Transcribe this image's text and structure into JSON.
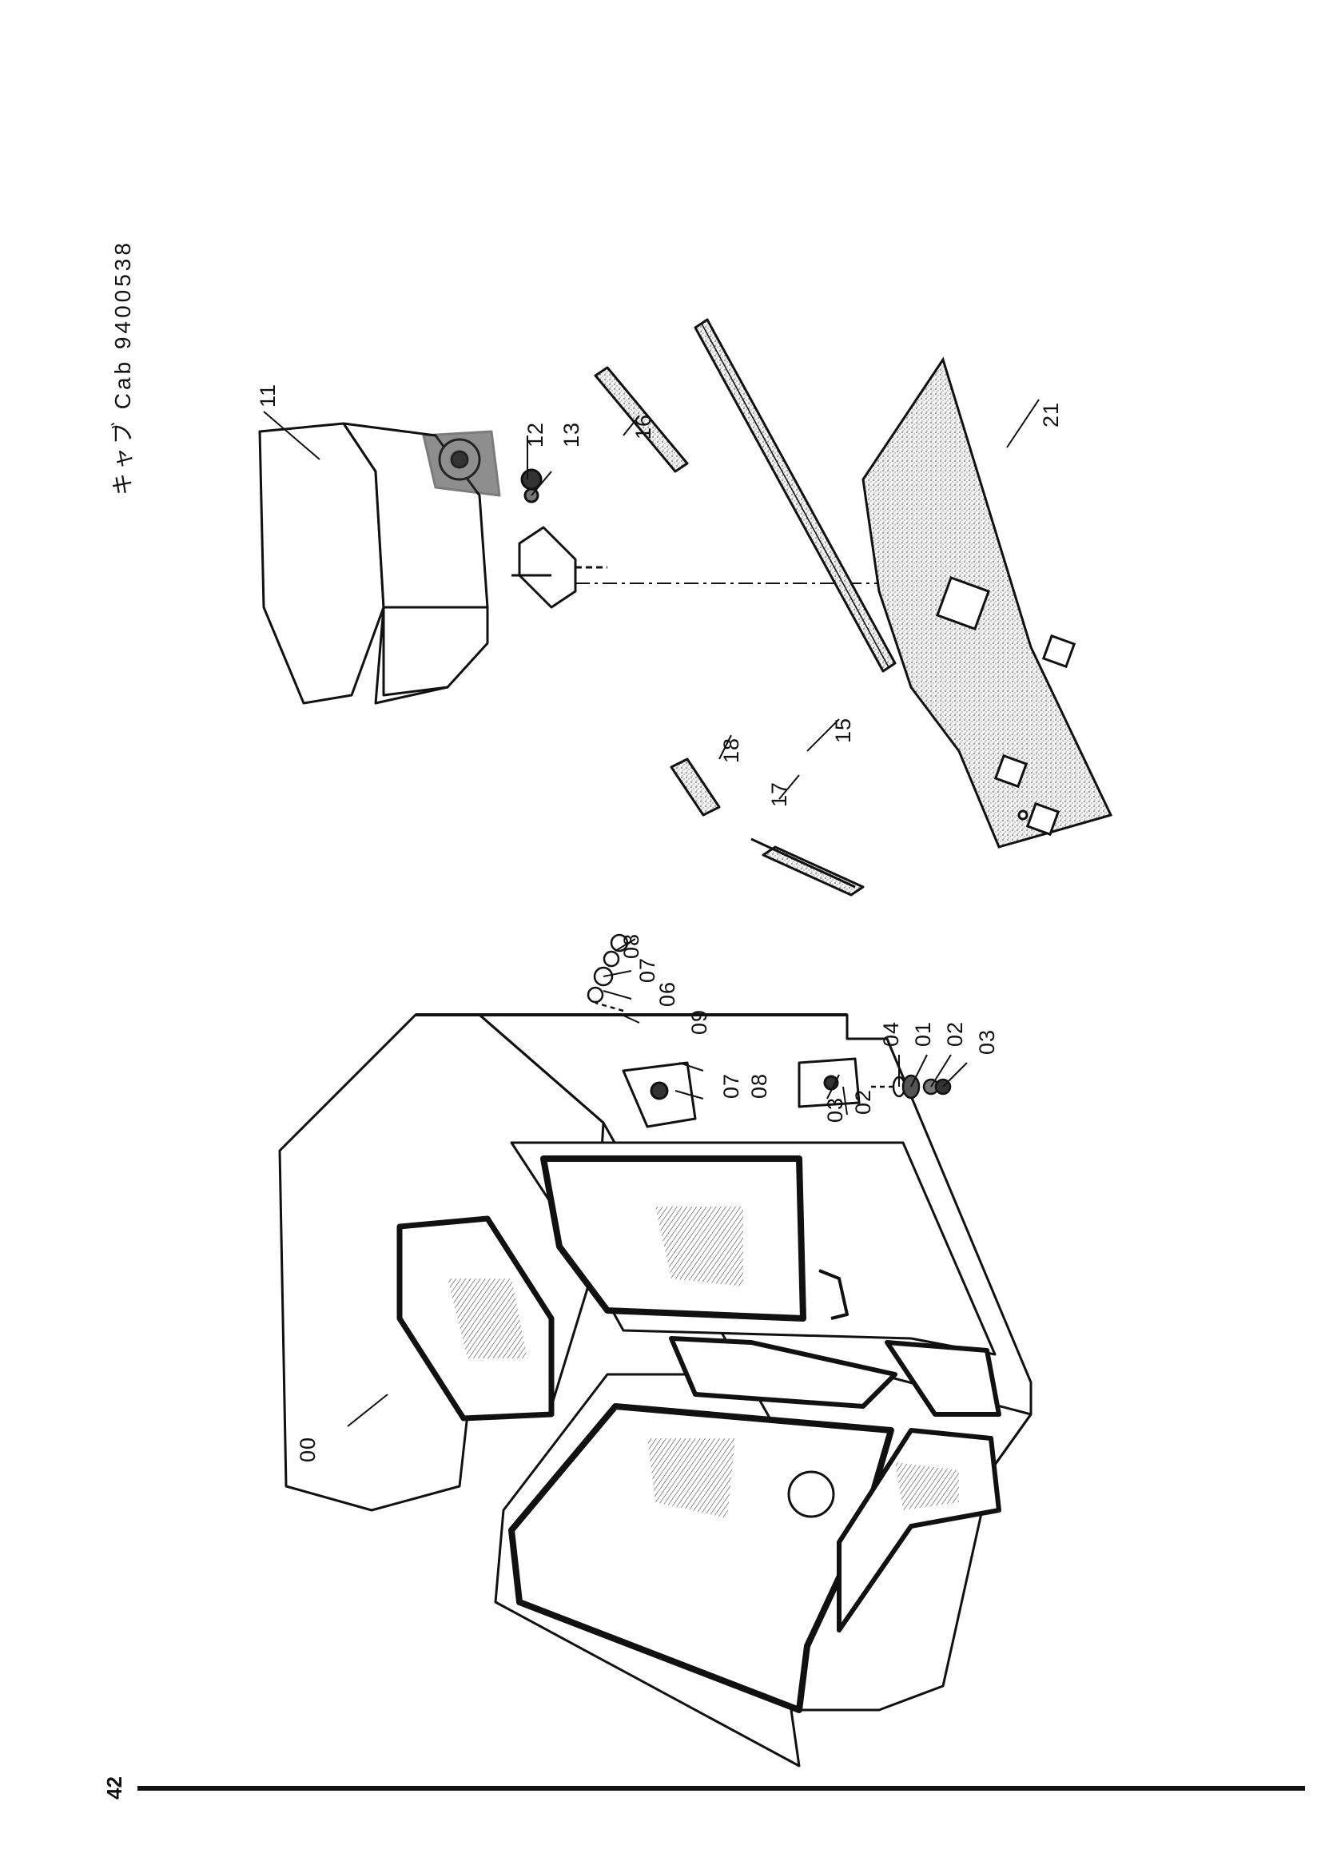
{
  "header": {
    "title": "キャブ Cab 9400538"
  },
  "page_number": "42",
  "callouts": {
    "c00": "00",
    "c01": "01",
    "c02a": "02",
    "c02b": "02",
    "c03a": "03",
    "c03b": "03",
    "c04": "04",
    "c06": "06",
    "c07a": "07",
    "c07b": "07",
    "c08a": "08",
    "c08b": "08",
    "c09": "09",
    "c11": "11",
    "c12": "12",
    "c13": "13",
    "c15": "15",
    "c16": "16",
    "c17": "17",
    "c18": "18",
    "c21": "21"
  }
}
